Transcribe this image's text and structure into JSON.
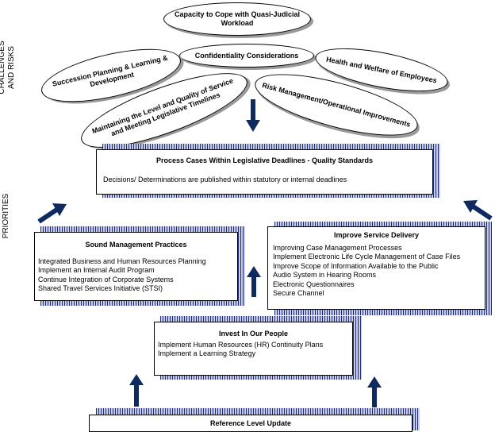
{
  "side_labels": {
    "challenges": [
      "CHALLENGES",
      "AND RISKS"
    ],
    "priorities": "PRIORITIES"
  },
  "challenges": [
    "Capacity to Cope with Quasi-Judicial Workload",
    "Confidentiality Considerations",
    "Health and Welfare of Employees",
    "Succession Planning & Learning & Development",
    "Maintaining the Level and Quality of Service and Meeting Legislative Timelines",
    "Risk Management/Operational Improvements"
  ],
  "process_box": {
    "title": "Process Cases Within Legislative Deadlines - Quality Standards",
    "text": "Decisions/ Determinations are published within statutory or internal deadlines"
  },
  "sound_management": {
    "title": "Sound Management Practices",
    "items": [
      "Integrated Business and Human Resources Planning",
      "Implement an Internal Audit Program",
      "Continue Integration of Corporate Systems",
      "Shared Travel Services Initiative (STSI)"
    ]
  },
  "service_delivery": {
    "title": "Improve Service Delivery",
    "items": [
      "Improving Case Management Processes",
      "Implement Electronic Life Cycle Management of Case Files",
      "Improve Scope of Information Available to the Public",
      "Audio System in Hearing Rooms",
      "Electronic Questionnaires",
      "Secure Channel"
    ]
  },
  "people": {
    "title": "Invest In Our People",
    "items": [
      "Implement Human Resources (HR) Continuity Plans",
      "Implement a Learning Strategy"
    ]
  },
  "reference": {
    "title": "Reference Level Update"
  },
  "colors": {
    "arrow": "#0f2a5e",
    "shadow_dark": "#1c2c78",
    "shadow_light": "#c8cce6",
    "ellipse_shadow": "#9a9a9a"
  }
}
